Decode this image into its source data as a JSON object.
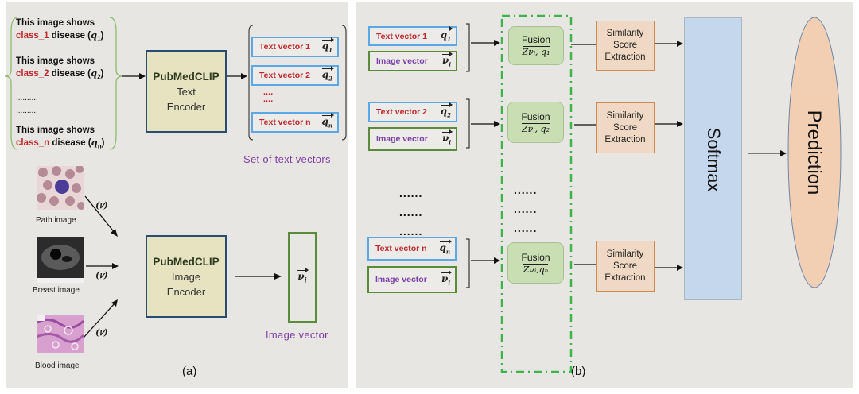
{
  "panel_a": {
    "prompts": [
      {
        "prefix": "This image shows",
        "class_label": "class_1",
        "suffix": "disease",
        "query": "q",
        "query_sub": "1"
      },
      {
        "prefix": "This image shows",
        "class_label": "class_2",
        "suffix": "disease",
        "query": "q",
        "query_sub": "2"
      },
      {
        "prefix": "This image shows",
        "class_label": "class_n",
        "suffix": "disease",
        "query": "q",
        "query_sub": "n"
      }
    ],
    "prompt_ellipsis": "..........",
    "text_encoder": {
      "title": "PubMedCLIP",
      "line1": "Text",
      "line2": "Encoder"
    },
    "text_vectors": [
      {
        "label": "Text vector 1",
        "symbol": "q",
        "sub": "1"
      },
      {
        "label": "Text vector 2",
        "symbol": "q",
        "sub": "2"
      },
      {
        "label": "Text vector n",
        "symbol": "q",
        "sub": "n"
      }
    ],
    "text_vectors_ellipsis": "....",
    "text_vectors_caption": "Set of text vectors",
    "images": [
      {
        "label": "Path image",
        "arrow_label": "(𝜈)"
      },
      {
        "label": "Breast image",
        "arrow_label": "(𝜈)"
      },
      {
        "label": "Blood image",
        "arrow_label": "(𝜈)"
      }
    ],
    "image_encoder": {
      "title": "PubMedCLIP",
      "line1": "Image",
      "line2": "Encoder"
    },
    "image_vector": {
      "symbol": "ν",
      "sub": "i"
    },
    "image_vector_caption": "Image vector",
    "sublabel": "(a)"
  },
  "panel_b": {
    "pairs": [
      {
        "text_label": "Text vector 1",
        "text_symbol": "q",
        "text_sub": "1",
        "image_label": "Image vector",
        "image_symbol": "ν",
        "image_sub": "i",
        "fusion_label": "Fusion",
        "fusion_formula": "Zνᵢ, q₁",
        "similarity": [
          "Similarity",
          "Score",
          "Extraction"
        ]
      },
      {
        "text_label": "Text vector 2",
        "text_symbol": "q",
        "text_sub": "2",
        "image_label": "Image vector",
        "image_symbol": "ν",
        "image_sub": "i",
        "fusion_label": "Fusion",
        "fusion_formula": "Zνᵢ, q₂",
        "similarity": [
          "Similarity",
          "Score",
          "Extraction"
        ]
      },
      {
        "text_label": "Text vector n",
        "text_symbol": "q",
        "text_sub": "n",
        "image_label": "Image vector",
        "image_symbol": "ν",
        "image_sub": "i",
        "fusion_label": "Fusion",
        "fusion_formula": "Zνᵢ,qₙ",
        "similarity": [
          "Similarity",
          "Score",
          "Extraction"
        ]
      }
    ],
    "ellipsis": "......",
    "softmax_label": "Softmax",
    "prediction_label": "Prediction",
    "sublabel": "(b)"
  },
  "colors": {
    "panel_bg": "#e8e6e2",
    "class_red": "#c0272d",
    "caption_purple": "#7b3fa8",
    "text_vector_border": "#5aa8e6",
    "image_vector_border": "#5b8a3a",
    "encoder_fill": "#e6e4c0",
    "encoder_border": "#2b4a74",
    "fusion_fill": "#c9dfb3",
    "fusion_dash": "#3db54a",
    "similarity_fill": "#efd9c4",
    "similarity_border": "#d08a52",
    "softmax_fill": "#c4d7ec",
    "prediction_fill": "#f2cfb2"
  }
}
